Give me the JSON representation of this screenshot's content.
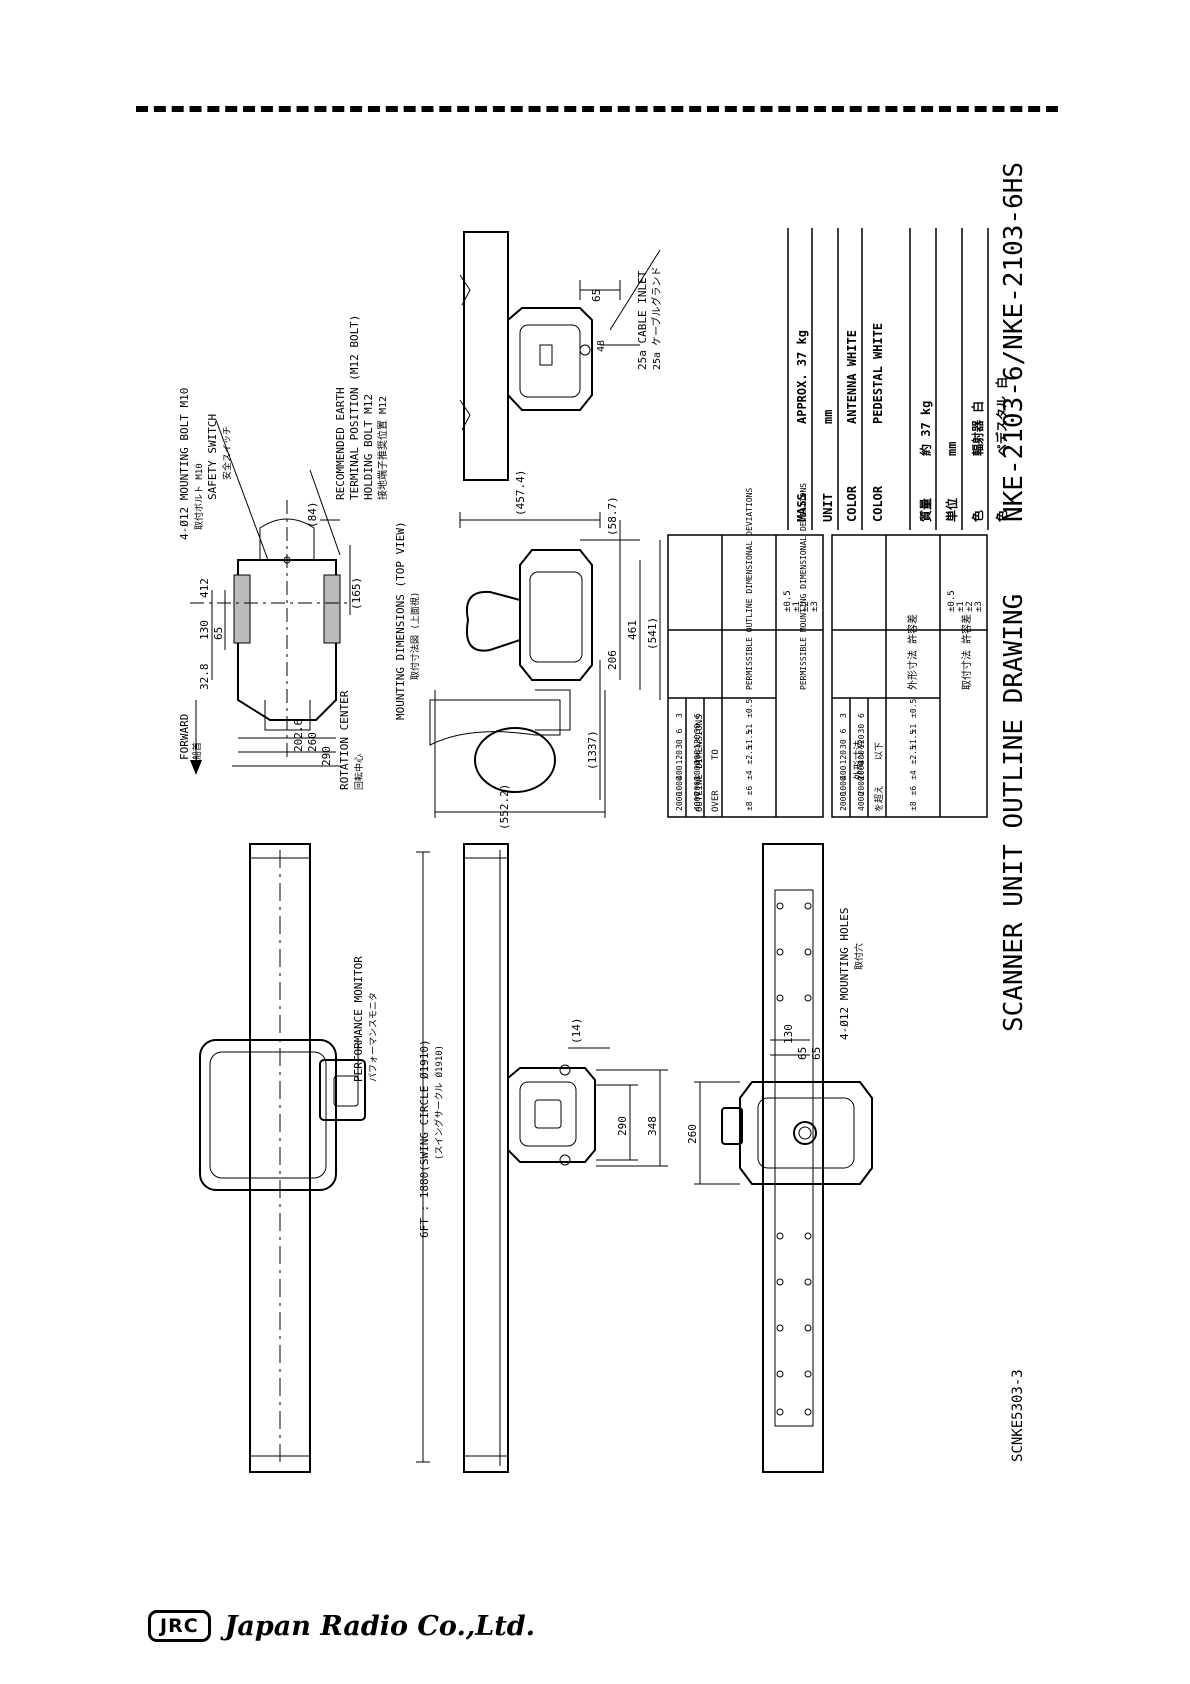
{
  "drawing": {
    "title": "SCANNER UNIT OUTLINE DRAWING",
    "model": "NKE-2103-6/NKE-2103-6HS",
    "drawing_number": "SCNKE5303-3"
  },
  "labels": {
    "forward": "FORWARD",
    "forward_jp": "船首",
    "rotation_center": "ROTATION CENTER",
    "rotation_center_jp": "回転中心",
    "mounting_dims": "MOUNTING DIMENSIONS (TOP VIEW)",
    "mounting_dims_jp": "取付寸法図 (上面視)",
    "mounting_bolt": "4-Ø12 MOUNTING BOLT M10",
    "mounting_bolt_jp": "取付ボルト M10",
    "safety_switch": "SAFETY SWITCH",
    "safety_switch_jp": "安全スイッチ",
    "earth_1": "RECOMMENDED EARTH",
    "earth_2": "TERMINAL POSITION (M12 BOLT)",
    "holding_bolt": "HOLDING BOLT M12",
    "earth_jp": "接地端子推奨位置 M12",
    "cable_inlet": "25a CABLE INLET",
    "cable_inlet_jp": "25a ケーブルグランド",
    "performance_monitor": "PERFORMANCE MONITOR",
    "performance_monitor_jp": "パフォーマンスモニタ",
    "swing_circle": "6FT : 1880(SWING CIRCLE Ø1910)",
    "swing_circle_jp": "(スイングサークル Ø1910)",
    "mounting_holes": "4-Ø12 MOUNTING HOLES",
    "mounting_holes_jp": "取付穴"
  },
  "dimensions": {
    "d_412": "412",
    "d_130": "130",
    "d_65": "65",
    "d_32_8": "32.8",
    "d_84": "(84)",
    "d_165": "(165)",
    "d_202_6": "202.6",
    "d_260": "260",
    "d_290": "290",
    "d_457_4": "(457.4)",
    "d_58_7": "(58.7)",
    "d_541": "(541)",
    "d_461": "461",
    "d_206": "206",
    "d_1337": "(1337)",
    "d_552_2": "(552.2)",
    "d_65b": "65",
    "d_48": "48",
    "d_14": "(14)",
    "d_348": "348",
    "d_130b": "130",
    "d_65c": "65",
    "d_65d": "65"
  },
  "tolerance_en": {
    "h_outline": "OUTLINE DIMENSIONS",
    "h_over": "OVER",
    "h_to": "TO",
    "h_outline_dev": "PERMISSIBLE OUTLINE DIMENSIONAL DEVIATIONS",
    "h_mount_dev": "PERMISSIBLE MOUNTING DIMENSIONAL DEVIATIONS",
    "rows": [
      {
        "over": "3",
        "to": "6",
        "dev": "±0.5"
      },
      {
        "over": "6",
        "to": "30",
        "dev": "±1"
      },
      {
        "over": "30",
        "to": "120",
        "dev": "±1.5"
      },
      {
        "over": "120",
        "to": "400",
        "dev": "±2.5"
      },
      {
        "over": "400",
        "to": "1000",
        "dev": "±4"
      },
      {
        "over": "1000",
        "to": "2000",
        "dev": "±6"
      },
      {
        "over": "2000",
        "to": "4000",
        "dev": "±8"
      }
    ],
    "mount": [
      "±0.5",
      "±1",
      "±2",
      "±3"
    ]
  },
  "tolerance_jp": {
    "h_outline": "外形寸法",
    "h_over": "を超え",
    "h_to": "以下",
    "h_outline_dev": "外形寸法 許容差",
    "h_mount_dev": "取付寸法 許容差"
  },
  "specs_en": [
    {
      "label": "MASS",
      "value": "APPROX. 37 kg"
    },
    {
      "label": "UNIT",
      "value": "mm"
    },
    {
      "label": "COLOR",
      "value": "ANTENNA WHITE"
    },
    {
      "label": "COLOR",
      "value": "PEDESTAL WHITE"
    }
  ],
  "specs_jp": [
    {
      "label": "質量",
      "value": "約 37 kg"
    },
    {
      "label": "単位",
      "value": "mm"
    },
    {
      "label": "色",
      "value": "輻射器 白"
    },
    {
      "label": "色",
      "value": "ペデスタル 白"
    }
  ],
  "company": {
    "logo": "JRC",
    "name": "Japan Radio Co.,Ltd."
  }
}
